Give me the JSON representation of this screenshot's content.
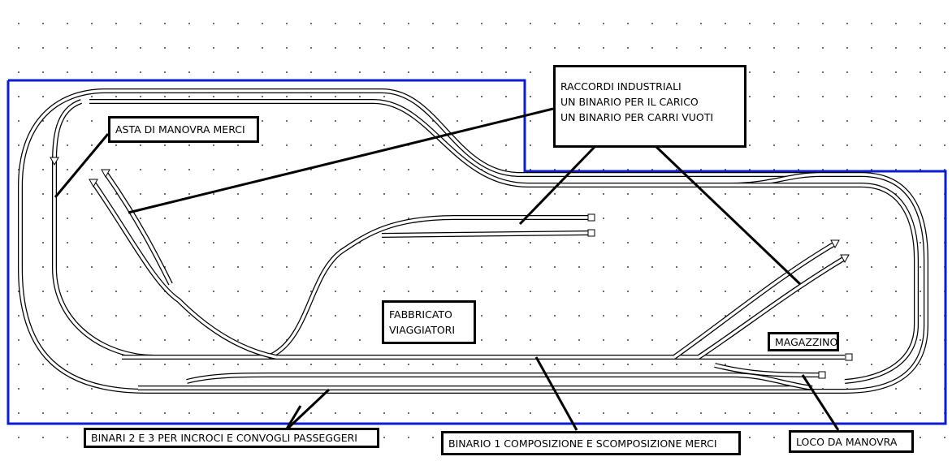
{
  "colors": {
    "border": "#0a1ed0",
    "track": "#000000",
    "leader": "#000000"
  },
  "labels": {
    "asta": "ASTA DI MANOVRA MERCI",
    "raccordi": [
      "RACCORDI INDUSTRIALI",
      "UN BINARIO PER IL CARICO",
      "UN BINARIO PER CARRI VUOTI"
    ],
    "fabbricato": [
      "FABBRICATO",
      "VIAGGIATORI"
    ],
    "magazzino": "MAGAZZINO",
    "binari23": "BINARI 2 E 3 PER INCROCI E CONVOGLI PASSEGGERI",
    "binario1": "BINARIO 1 COMPOSIZIONE E SCOMPOSIZIONE MERCI",
    "loco": "LOCO DA MANOVRA"
  }
}
